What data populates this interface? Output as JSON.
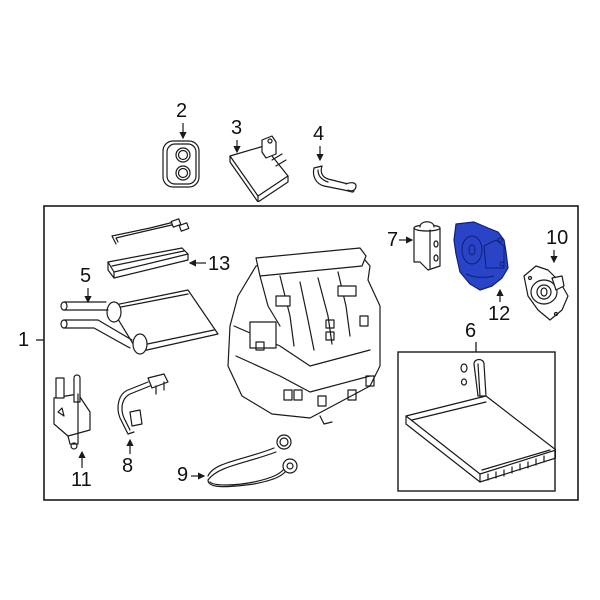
{
  "diagram": {
    "type": "exploded-parts-diagram",
    "highlight_color": "#2a44c8",
    "line_color": "#1a1a1a",
    "background": "#ffffff",
    "highlighted_part": "12",
    "callouts": [
      {
        "id": "1",
        "label": "1"
      },
      {
        "id": "2",
        "label": "2"
      },
      {
        "id": "3",
        "label": "3"
      },
      {
        "id": "4",
        "label": "4"
      },
      {
        "id": "5",
        "label": "5"
      },
      {
        "id": "6",
        "label": "6"
      },
      {
        "id": "7",
        "label": "7"
      },
      {
        "id": "8",
        "label": "8"
      },
      {
        "id": "9",
        "label": "9"
      },
      {
        "id": "10",
        "label": "10"
      },
      {
        "id": "11",
        "label": "11"
      },
      {
        "id": "12",
        "label": "12"
      },
      {
        "id": "13",
        "label": "13"
      }
    ]
  }
}
